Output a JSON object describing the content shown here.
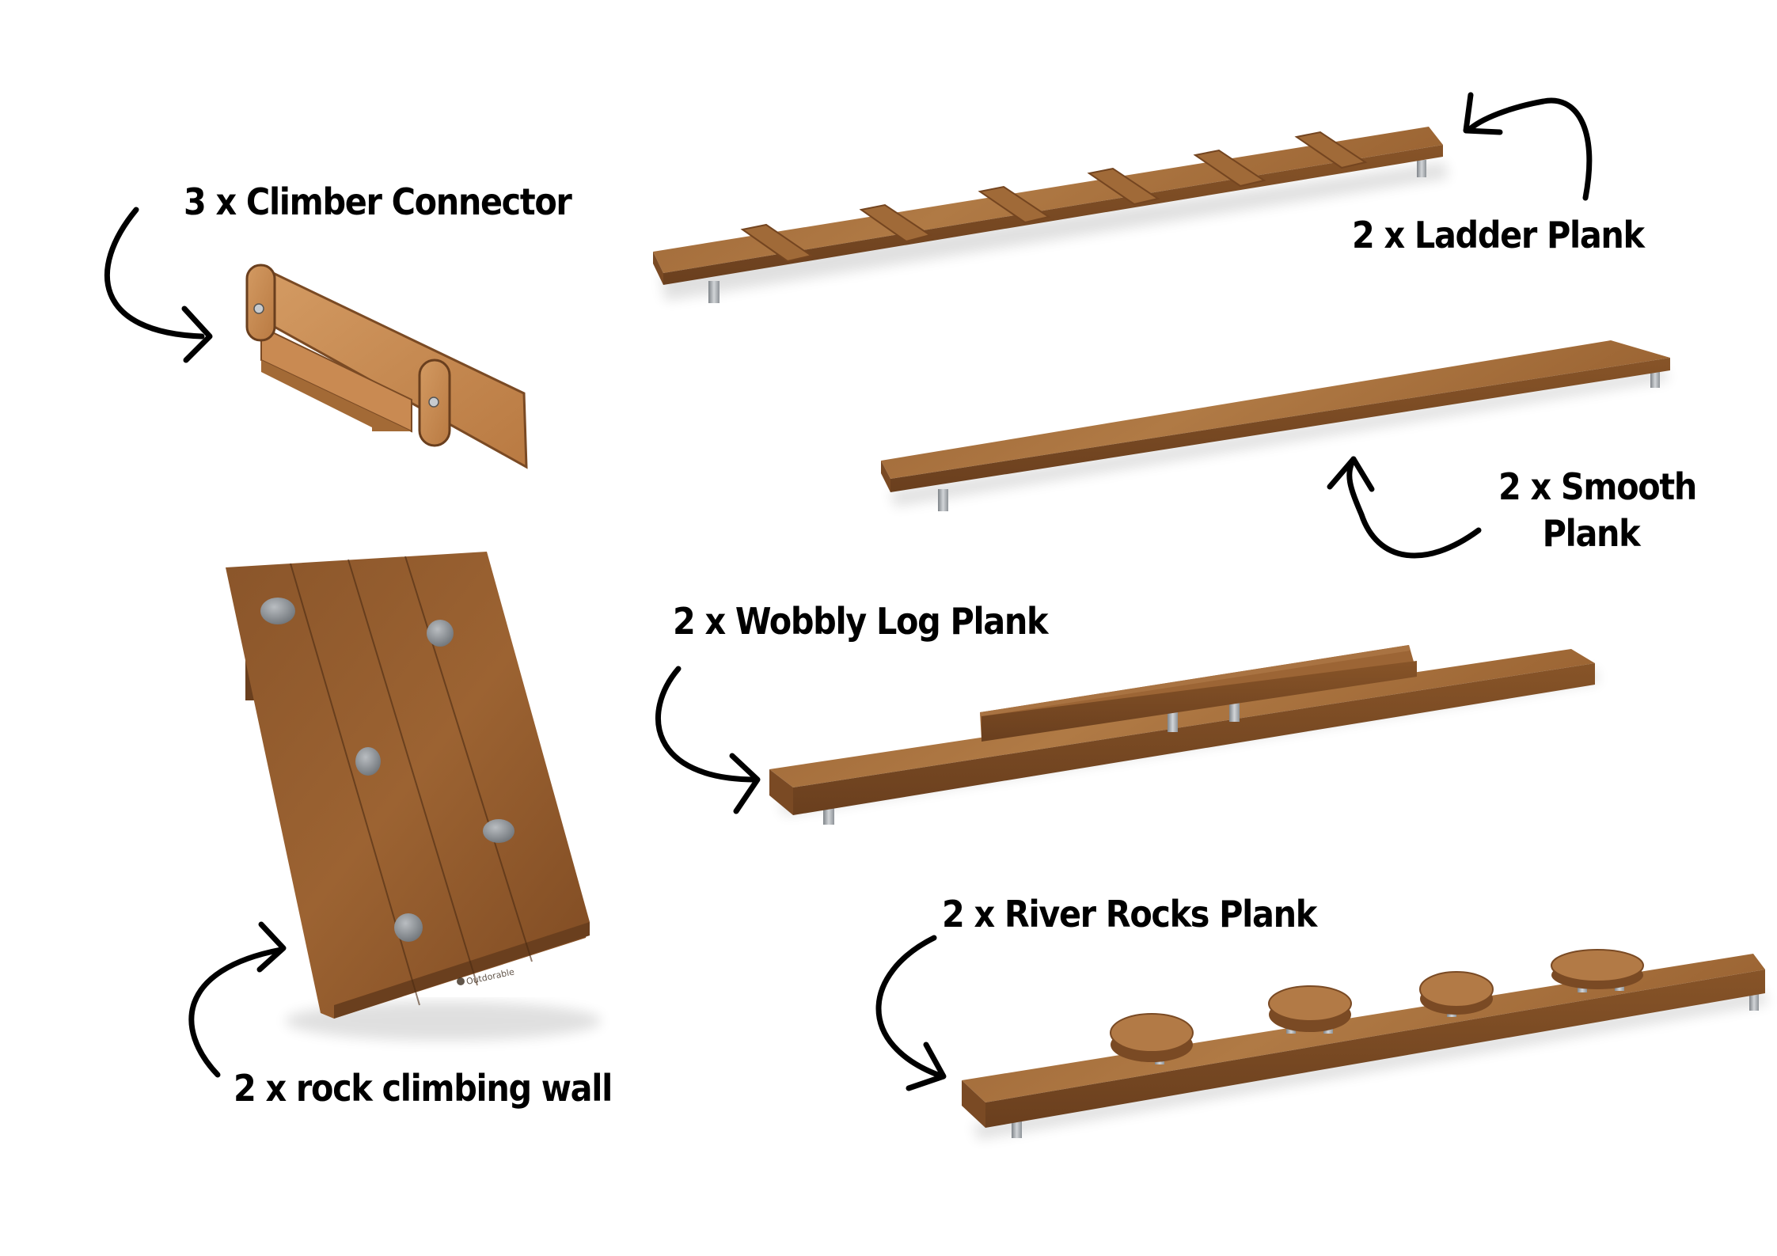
{
  "labels": {
    "climber_connector": "3 x Climber Connector",
    "ladder_plank": "2 x Ladder Plank",
    "smooth_plank_line1": "2 x Smooth",
    "smooth_plank_line2": "Plank",
    "wobbly_log_plank": "2 x Wobbly Log Plank",
    "rock_climbing_wall": "2 x rock climbing wall",
    "river_rocks_plank": "2 x River Rocks Plank"
  },
  "brand_logo_text": "Outdorable",
  "components": [
    {
      "name": "Climber Connector",
      "quantity": 3
    },
    {
      "name": "Ladder Plank",
      "quantity": 2,
      "rungs": 6
    },
    {
      "name": "Smooth Plank",
      "quantity": 2
    },
    {
      "name": "Wobbly Log Plank",
      "quantity": 2
    },
    {
      "name": "rock climbing wall",
      "quantity": 2,
      "holds": 5
    },
    {
      "name": "River Rocks Plank",
      "quantity": 2,
      "stepping_stones": 4
    }
  ],
  "colors": {
    "background": "#ffffff",
    "wood_top": "#a8703f",
    "wood_side": "#7e4f28",
    "wood_dark": "#6a3f1e",
    "plywood": "#c98e56",
    "metal_leg": "#a9adb2",
    "rock_hold": "#8c9197",
    "text": "#000000"
  }
}
